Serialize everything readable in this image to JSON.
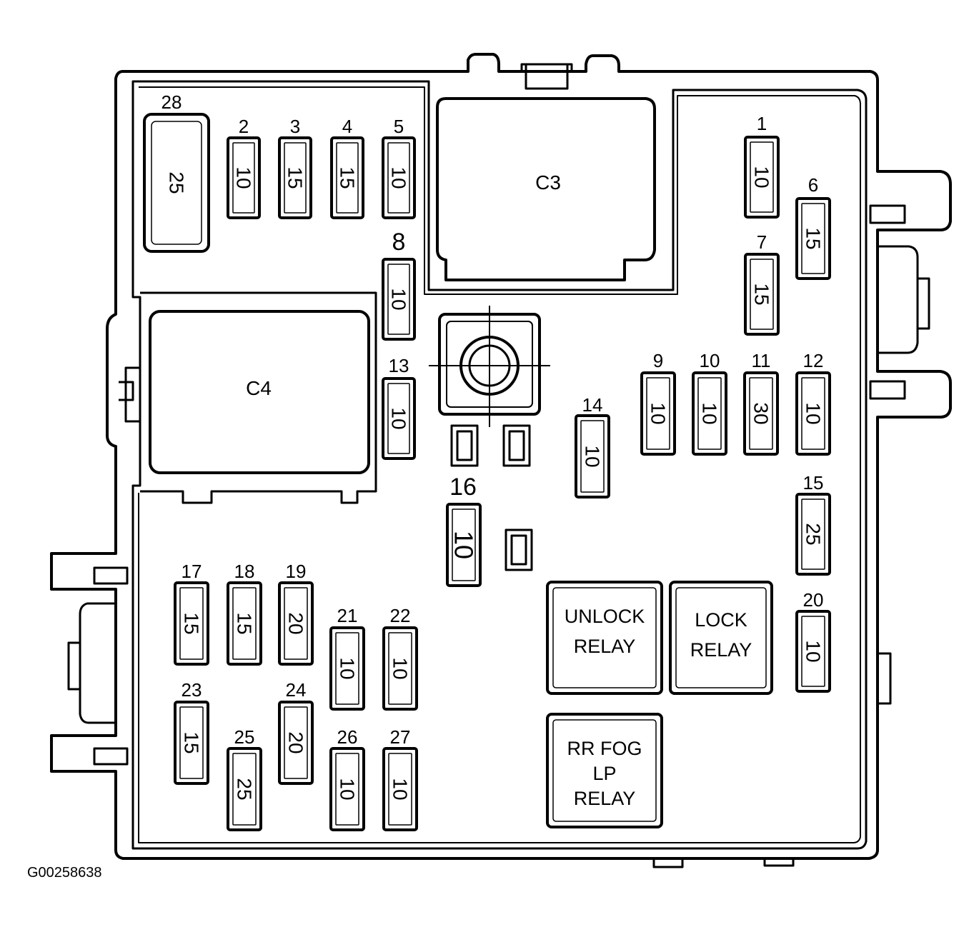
{
  "figure_id": "G00258638",
  "connectors": {
    "c3": "C3",
    "c4": "C4"
  },
  "fuses": [
    {
      "id": "28",
      "amps": "25"
    },
    {
      "id": "2",
      "amps": "10"
    },
    {
      "id": "3",
      "amps": "15"
    },
    {
      "id": "4",
      "amps": "15"
    },
    {
      "id": "5",
      "amps": "10"
    },
    {
      "id": "8",
      "amps": "10"
    },
    {
      "id": "13",
      "amps": "10"
    },
    {
      "id": "16",
      "amps": "10"
    },
    {
      "id": "1",
      "amps": "10"
    },
    {
      "id": "6",
      "amps": "15"
    },
    {
      "id": "7",
      "amps": "15"
    },
    {
      "id": "9",
      "amps": "10"
    },
    {
      "id": "10",
      "amps": "10"
    },
    {
      "id": "11",
      "amps": "30"
    },
    {
      "id": "12",
      "amps": "10"
    },
    {
      "id": "14",
      "amps": "10"
    },
    {
      "id": "15",
      "amps": "25"
    },
    {
      "id": "20",
      "amps": "10"
    },
    {
      "id": "17",
      "amps": "15"
    },
    {
      "id": "18",
      "amps": "15"
    },
    {
      "id": "19",
      "amps": "20"
    },
    {
      "id": "21",
      "amps": "10"
    },
    {
      "id": "22",
      "amps": "10"
    },
    {
      "id": "23",
      "amps": "15"
    },
    {
      "id": "24",
      "amps": "20"
    },
    {
      "id": "25",
      "amps": "25"
    },
    {
      "id": "26",
      "amps": "10"
    },
    {
      "id": "27",
      "amps": "10"
    }
  ],
  "relays": {
    "unlock": [
      "UNLOCK",
      "RELAY"
    ],
    "lock": [
      "LOCK",
      "RELAY"
    ],
    "rr_fog": [
      "RR FOG",
      "LP",
      "RELAY"
    ]
  }
}
